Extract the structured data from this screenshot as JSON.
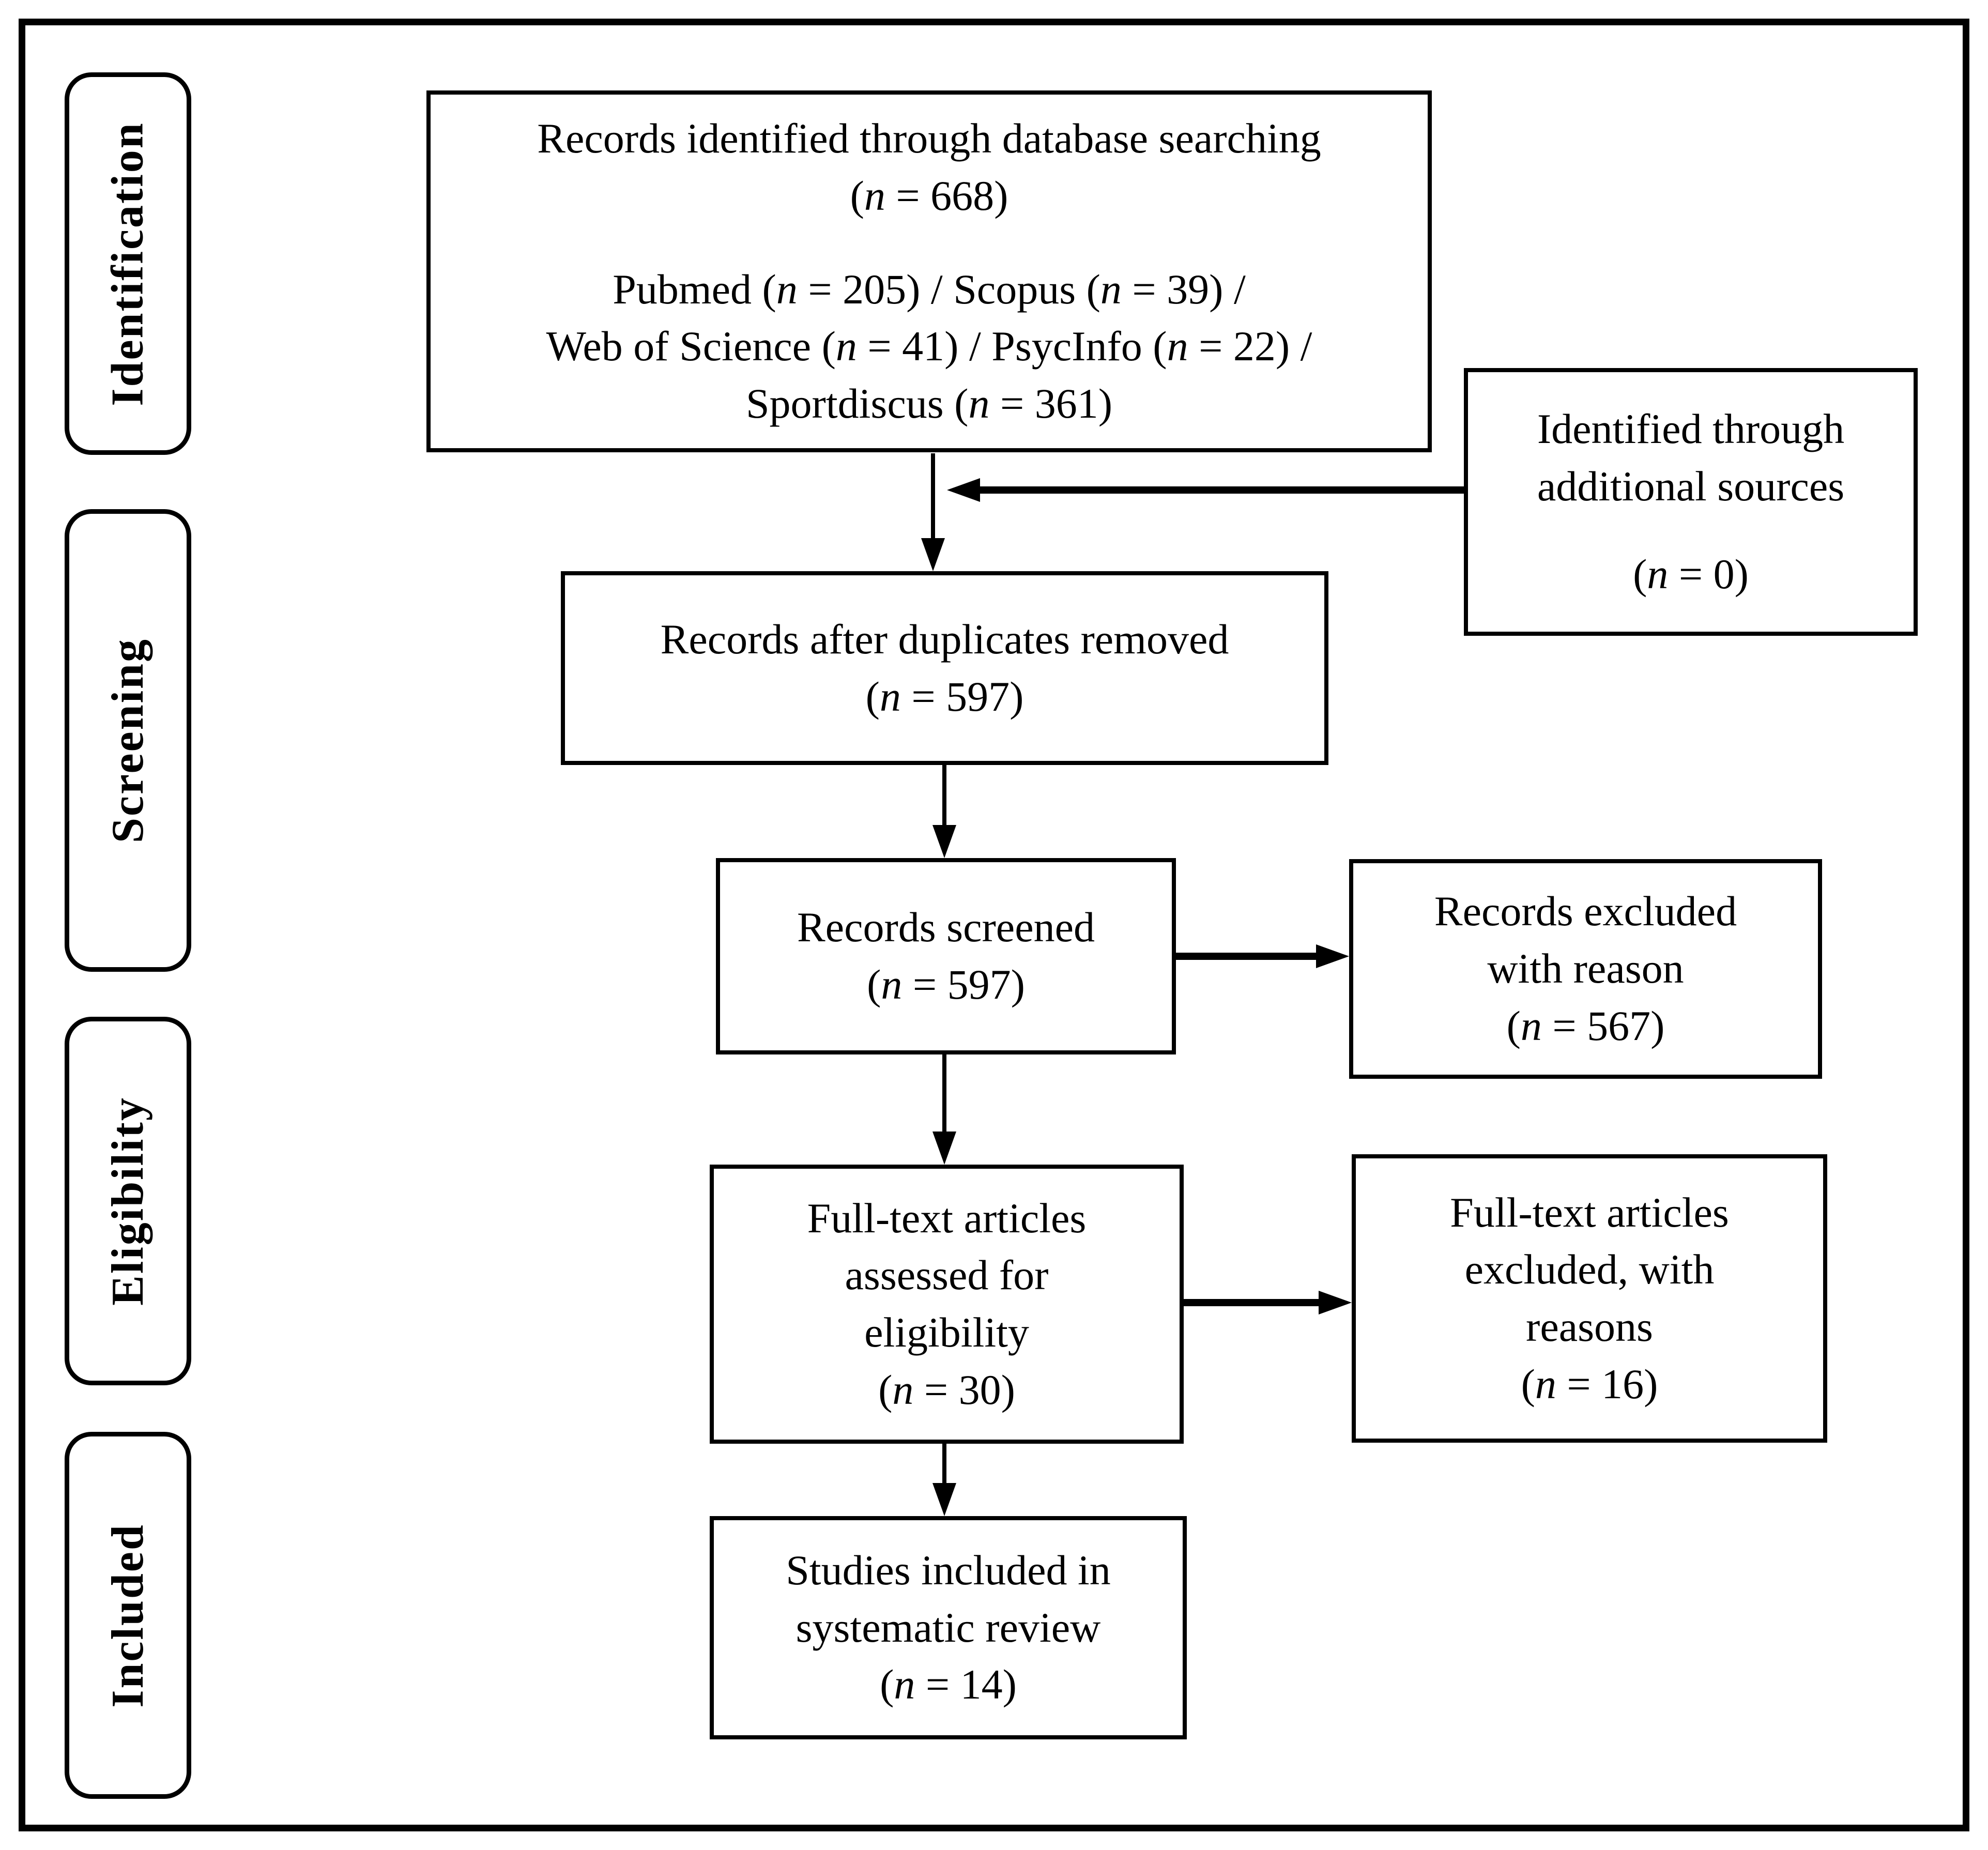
{
  "fmt": {
    "open": "(",
    "n": "n",
    "eq": " = ",
    "close": ")"
  },
  "sidebar": {
    "labels": [
      "Identification",
      "Screening",
      "Eligibility",
      "Included"
    ]
  },
  "boxes": {
    "identified": {
      "title_lines": [
        "Records identified  through database searching"
      ],
      "count": "668",
      "source_lines": [
        [
          {
            "name": "Pubmed ",
            "count": "205",
            "after": " / "
          },
          {
            "name": "Scopus ",
            "count": "39",
            "after": " /"
          }
        ],
        [
          {
            "name": "Web of Science ",
            "count": "41",
            "after": " / "
          },
          {
            "name": "PsycInfo ",
            "count": "22",
            "after": " /"
          }
        ],
        [
          {
            "name": "Sportdiscus ",
            "count": "361",
            "after": ""
          }
        ]
      ]
    },
    "additional": {
      "title_lines": [
        "Identified through",
        "additional sources"
      ],
      "count": "0"
    },
    "duplicates": {
      "title_lines": [
        "Records after duplicates removed"
      ],
      "count": "597"
    },
    "screened": {
      "title_lines": [
        "Records screened"
      ],
      "count": "597"
    },
    "excluded": {
      "title_lines": [
        "Records excluded",
        "with reason"
      ],
      "count": "567"
    },
    "fulltext": {
      "title_lines": [
        "Full-text articles",
        "assessed for",
        "eligibility"
      ],
      "count": "30"
    },
    "ft_excluded": {
      "title_lines": [
        "Full-text articles",
        "excluded, with",
        "reasons"
      ],
      "count": "16"
    },
    "studies": {
      "title_lines": [
        "Studies included in",
        "systematic review"
      ],
      "count": "14"
    }
  }
}
